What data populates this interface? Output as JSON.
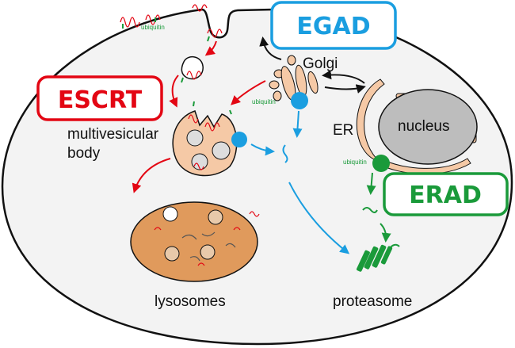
{
  "pathways": {
    "egad": {
      "label": "EGAD",
      "color": "#1a9ee0"
    },
    "escrt": {
      "label": "ESCRT",
      "color": "#e30613"
    },
    "erad": {
      "label": "ERAD",
      "color": "#1a9a3a"
    }
  },
  "labels": {
    "golgi": "Golgi",
    "mvb_line1": "multivesicular",
    "mvb_line2": "body",
    "er": "ER",
    "nucleus": "nucleus",
    "lysosomes": "lysosomes",
    "proteasome": "proteasome",
    "ubiquitin": "ubiquitin"
  },
  "colors": {
    "membrane_fill": "#f3f3f3",
    "organelle": "#f5c9a6",
    "lysosome": "#e09a5c",
    "nucleus": "#bdbdbd"
  }
}
